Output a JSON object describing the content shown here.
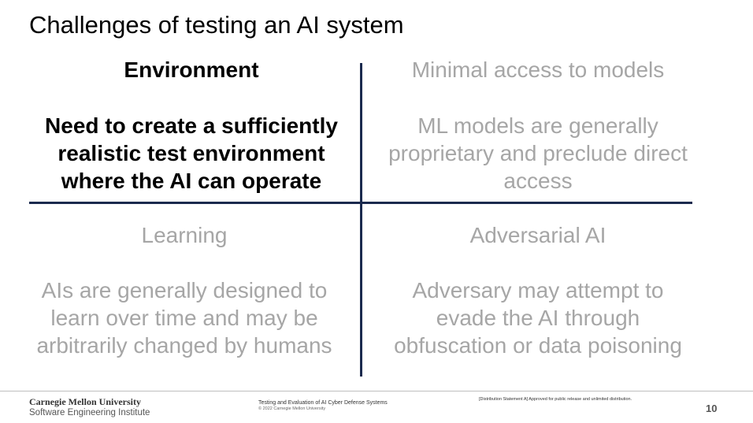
{
  "slide": {
    "title": "Challenges of testing an AI system",
    "quadrants": {
      "top_left": {
        "heading": "Environment",
        "body_lines": [
          "Need to create a sufficiently",
          "realistic test environment",
          "where the AI can operate"
        ]
      },
      "top_right": {
        "heading": "Minimal access to models",
        "body_lines": [
          "ML models are generally",
          "proprietary and preclude direct",
          "access"
        ]
      },
      "bottom_left": {
        "heading": "Learning",
        "body_lines": [
          "AIs are generally designed to",
          "learn over time and may be",
          "arbitrarily changed by humans"
        ]
      },
      "bottom_right": {
        "heading": "Adversarial AI",
        "body_lines": [
          "Adversary may attempt to",
          "evade the AI through",
          "obfuscation or data poisoning"
        ]
      }
    }
  },
  "footer": {
    "university": "Carnegie Mellon University",
    "institute": "Software Engineering Institute",
    "deck_title": "Testing and Evaluation of AI Cyber Defense Systems",
    "copyright": "© 2022 Carnegie Mellon University",
    "distribution": "[Distribution Statement A] Approved for public release and unlimited distribution.",
    "page_number": "10"
  },
  "colors": {
    "divider": "#1b2a4e",
    "dim_text": "#a6a6a6",
    "active_text": "#000000"
  }
}
